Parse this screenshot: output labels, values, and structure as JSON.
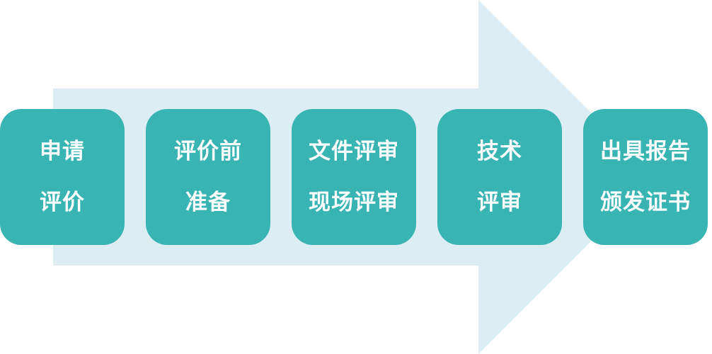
{
  "colors": {
    "arrow_fill": "#dcedf3",
    "box_fill": "#38b4b2",
    "text": "#ffffff"
  },
  "steps": [
    {
      "line1": "申请",
      "line2": "评价"
    },
    {
      "line1": "评价前",
      "line2": "准备"
    },
    {
      "line1": "文件评审",
      "line2": "现场评审"
    },
    {
      "line1": "技术",
      "line2": "评审"
    },
    {
      "line1": "出具报告",
      "line2": "颁发证书"
    }
  ]
}
